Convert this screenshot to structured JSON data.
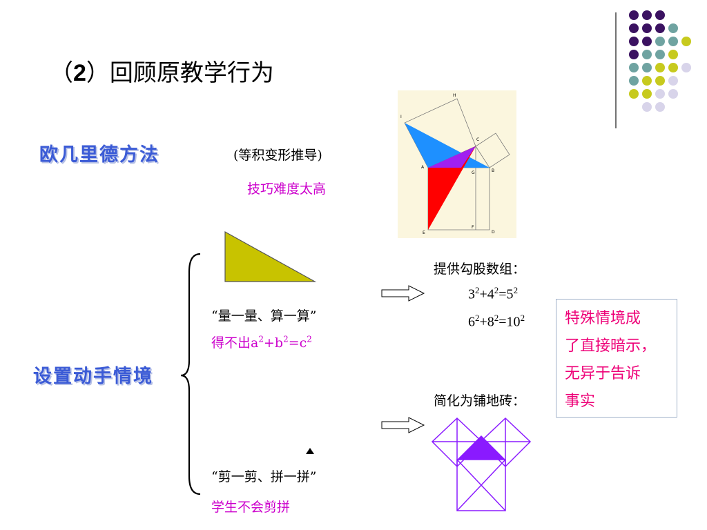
{
  "slide": {
    "title_prefix": "（",
    "title_num": "2",
    "title_rest": "）回顾原教学行为",
    "euclid": {
      "heading": "欧几里德方法",
      "method": "(等积变形推导)",
      "comment": "技巧难度太高",
      "figure_labels": {
        "H": "H",
        "I": "I",
        "C": "C",
        "A": "A",
        "G": "G",
        "B": "B",
        "E": "E",
        "F": "F",
        "D": "D"
      }
    },
    "hands_on": {
      "heading": "设置动手情境",
      "measure_label": "“量一量、算一算”",
      "measure_result_prefix": "得不出a",
      "measure_result_mid1": "+b",
      "measure_result_mid2": "=c",
      "exp": "2",
      "cut_label": "“剪一剪、拼一拼”",
      "cut_result": "学生不会剪拼"
    },
    "triples": {
      "heading": "提供勾股数组：",
      "row1": [
        "3",
        "+4",
        "=5"
      ],
      "row2": [
        "6",
        "+8",
        "=10"
      ]
    },
    "tiles": {
      "heading": "简化为铺地砖："
    },
    "note": {
      "lines": [
        "特殊情境成",
        "了直接暗示，",
        "无异于告诉",
        "事实"
      ]
    },
    "colors": {
      "accent_blue": "#3b5bd6",
      "magenta": "#cc00cc",
      "note_pink": "#ee0077",
      "olive": "#c8c300",
      "purple": "#8a1aff",
      "dot_dark": "#3b1261",
      "dot_teal": "#6fa3a1",
      "dot_yellow": "#c7ca1e",
      "dot_lavender": "#d8d4ea"
    }
  }
}
